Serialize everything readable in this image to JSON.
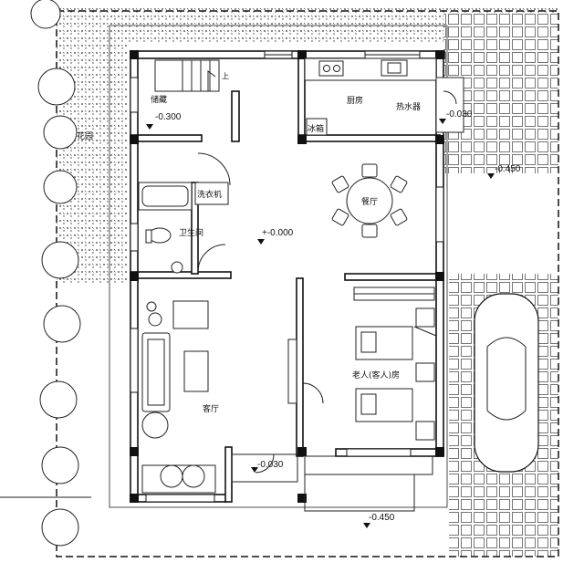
{
  "rooms": {
    "storage": "储藏",
    "kitchen": "厨房",
    "water_heater": "热水器",
    "fridge": "冰箱",
    "laundry": "洗衣机",
    "bathroom": "卫生间",
    "dining": "餐厅",
    "living": "客厅",
    "bedroom": "老人(客人)房",
    "garden": "花园"
  },
  "levels": {
    "storage": "-0.300",
    "entry_right": "-0.030",
    "garage": "-0.450",
    "main": "+-0.000",
    "front_entry": "-0.030",
    "front": "-0.450"
  },
  "stair_label": "上",
  "colors": {
    "wall": "#111111",
    "hatch": "#444444",
    "background": "#ffffff"
  }
}
